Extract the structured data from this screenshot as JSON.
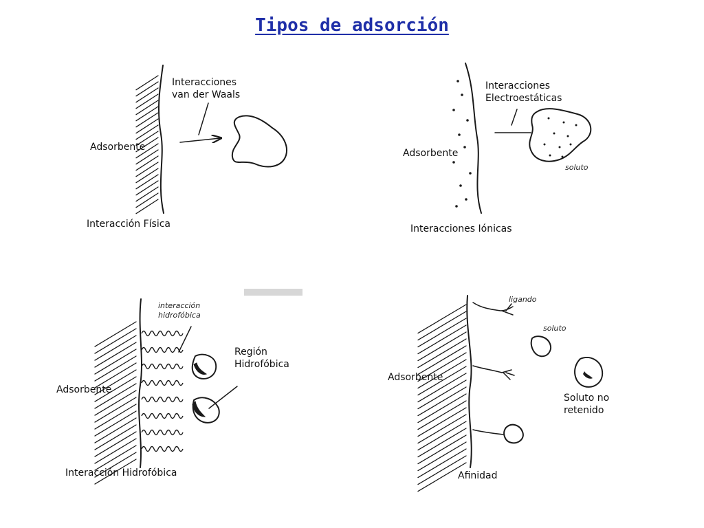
{
  "title": "Tipos de adsorción",
  "panels": {
    "fisica": {
      "interaction_label": "Interacciones\nvan der Waals",
      "adsorbent_label": "Adsorbente",
      "caption": "Interacción Física"
    },
    "ionica": {
      "interaction_label": "Interacciones\nElectroestáticas",
      "adsorbent_label": "Adsorbente",
      "solute_label": "soluto",
      "caption": "Interacciones Iónicas"
    },
    "hidrofobica": {
      "interaction_label": "interacción\nhidrofóbica",
      "region_label": "Región\nHidrofóbica",
      "adsorbent_label": "Adsorbente",
      "caption": "Interacción Hidrofóbica"
    },
    "afinidad": {
      "ligand_label": "ligando",
      "solute_label": "soluto",
      "adsorbent_label": "Adsorbente",
      "unretained_label": "Soluto no\nretenido",
      "caption": "Afinidad"
    }
  }
}
